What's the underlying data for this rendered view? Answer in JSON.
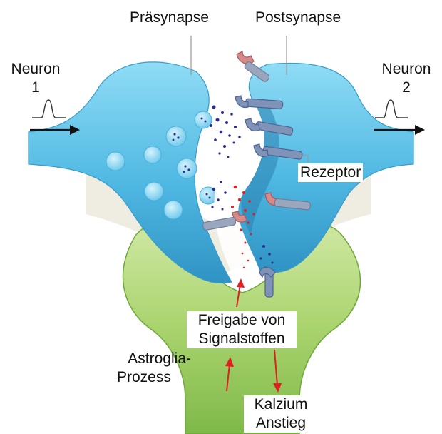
{
  "labels": {
    "presynapse": "Präsynapse",
    "postsynapse": "Postsynapse",
    "neuron1_line1": "Neuron",
    "neuron1_line2": "1",
    "neuron2_line1": "Neuron",
    "neuron2_line2": "2",
    "receptor": "Rezeptor",
    "release_line1": "Freigabe von",
    "release_line2": "Signalstoffen",
    "astro_line1": "Astroglia-",
    "astro_line2": "Prozess",
    "calcium_line1": "Kalzium",
    "calcium_line2": "Anstieg"
  },
  "colors": {
    "neuron_fill": "#5fc4e8",
    "neuron_dark": "#2f8fbf",
    "astro_fill": "#a6d16a",
    "astro_dark": "#6ea83a",
    "vesicle": "#8fd8f2",
    "blue_dots": "#2a2f8f",
    "red_dots": "#e02020",
    "receptor_blue": "#7f93b8",
    "receptor_pink": "#d88a8a",
    "arrow_red": "#e02020"
  }
}
